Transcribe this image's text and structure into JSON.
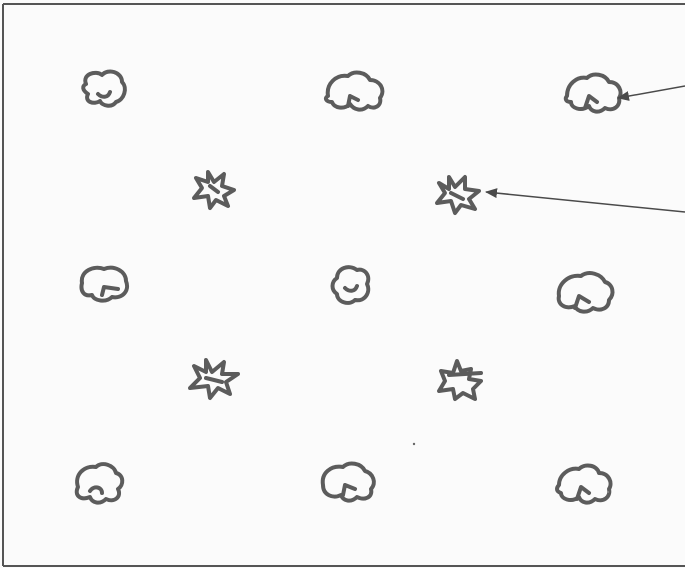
{
  "diagram": {
    "description_free": true,
    "frame": {
      "visible": true
    },
    "rows": [
      {
        "kind": "blob",
        "count": 3
      },
      {
        "kind": "star",
        "count": 2
      },
      {
        "kind": "blob",
        "count": 3
      },
      {
        "kind": "star",
        "count": 2
      },
      {
        "kind": "blob",
        "count": 3
      }
    ],
    "colors": {
      "outline": "#5c5c5c",
      "frame": "#555555",
      "arrow": "#4a4a4a",
      "background": "#fbfbfb"
    },
    "arrows": [
      {
        "points_to": "blob",
        "label": ""
      },
      {
        "points_to": "star",
        "label": ""
      }
    ]
  }
}
